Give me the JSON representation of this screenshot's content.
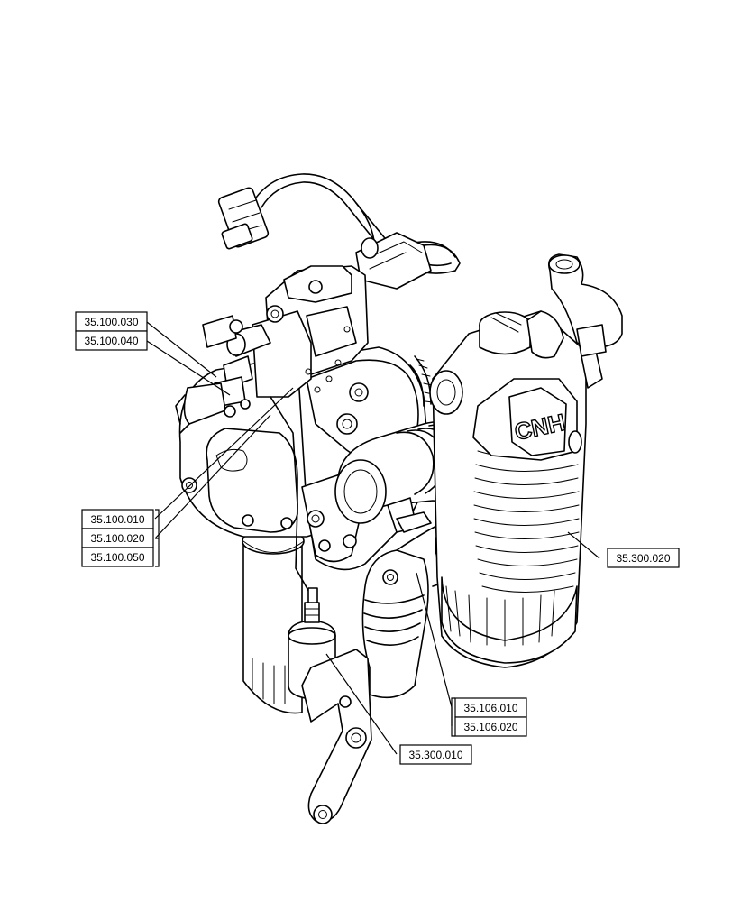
{
  "callouts": [
    {
      "id": "c1",
      "label": "35.100.030"
    },
    {
      "id": "c2",
      "label": "35.100.040"
    },
    {
      "id": "c3",
      "label": "35.100.010"
    },
    {
      "id": "c4",
      "label": "35.100.020"
    },
    {
      "id": "c5",
      "label": "35.100.050"
    },
    {
      "id": "c6",
      "label": "35.300.020"
    },
    {
      "id": "c7",
      "label": "35.106.010"
    },
    {
      "id": "c8",
      "label": "35.106.020"
    },
    {
      "id": "c9",
      "label": "35.300.010"
    }
  ],
  "logo_text": "CNH"
}
